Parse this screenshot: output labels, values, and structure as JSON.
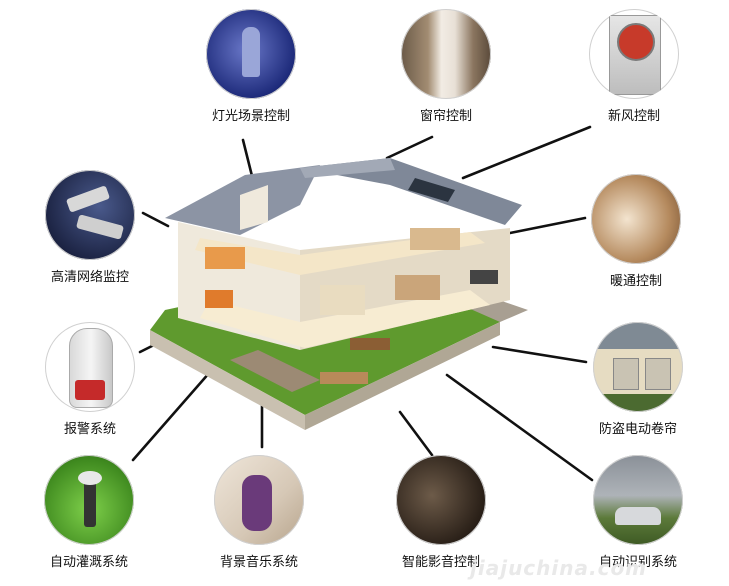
{
  "features": {
    "lighting": "灯光场景控制",
    "curtain": "窗帘控制",
    "fresh_air": "新风控制",
    "cctv": "高清网络监控",
    "heating": "暖通控制",
    "alarm": "报警系统",
    "shutter": "防盗电动卷帘",
    "irrigation": "自动灌溉系统",
    "music": "背景音乐系统",
    "cinema": "智能影音控制",
    "plate": "自动识别系统"
  },
  "watermark": "jiajuchina.com"
}
